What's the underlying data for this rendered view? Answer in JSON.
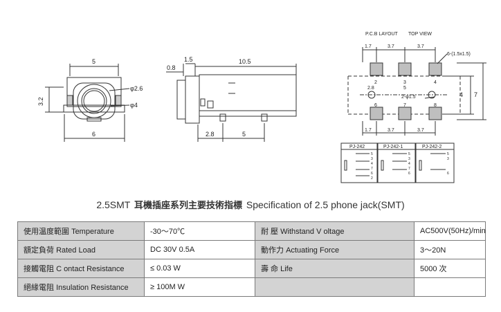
{
  "drawing": {
    "front_view": {
      "width_top": "5",
      "width_bottom": "6",
      "height": "3.2",
      "dia_outer": "φ4",
      "dia_inner": "φ2.6"
    },
    "side_view": {
      "d1": "0.8",
      "d2": "1.5",
      "length": "10.5",
      "pin1": "2.8",
      "pin2": "5"
    },
    "pcb_layout": {
      "title_left": "P.C.B LAYOUT",
      "title_right": "TOP VIEW",
      "top_dims": [
        "1.7",
        "3.7",
        "3.7"
      ],
      "bottom_dims": [
        "1.7",
        "3.7",
        "3.7"
      ],
      "pad_note": "6-(1.5x1.5)",
      "hole_note": "2-φ1.5",
      "height_inner": "4",
      "height_outer": "7",
      "offset": "2.8",
      "pad_numbers_top": [
        "2",
        "3",
        "4"
      ],
      "pad_number_center": "5",
      "pad_numbers_bottom": [
        "6",
        "7",
        "8"
      ]
    },
    "schematics": {
      "labels": [
        "PJ-242",
        "PJ-242-1",
        "PJ-242-2"
      ],
      "pins_a": [
        "5",
        "3",
        "4",
        "7",
        "6",
        "2"
      ],
      "pins_b": [
        "5",
        "3",
        "4",
        "7",
        "6"
      ],
      "pins_c": [
        "5",
        "3",
        "6"
      ]
    }
  },
  "title": {
    "model": "2.5SMT",
    "chinese": "耳機插座系列主要技術指標",
    "english": "Specification of 2.5 phone jack(SMT)"
  },
  "spec_rows": [
    {
      "cn": "使用温度範圍",
      "en": "Temperature",
      "value": "-30～70℃",
      "cn2": "耐  壓",
      "en2": "Withstand V oltage",
      "value2": "AC500V(50Hz)/min"
    },
    {
      "cn": "額定負荷",
      "en": "Rated Load",
      "value": "DC  30V  0.5A",
      "cn2": "動作力",
      "en2": "Actuating Force",
      "value2": "3～20N"
    },
    {
      "cn": "接觸電阻",
      "en": "C ontact Resistance",
      "value": "≤ 0.03 W",
      "cn2": "壽  命",
      "en2": "Life",
      "value2": "5000 次"
    },
    {
      "cn": "絕緣電阻",
      "en": "Insulation Resistance",
      "value": "≥ 100M W",
      "cn2": "",
      "en2": "",
      "value2": ""
    }
  ]
}
